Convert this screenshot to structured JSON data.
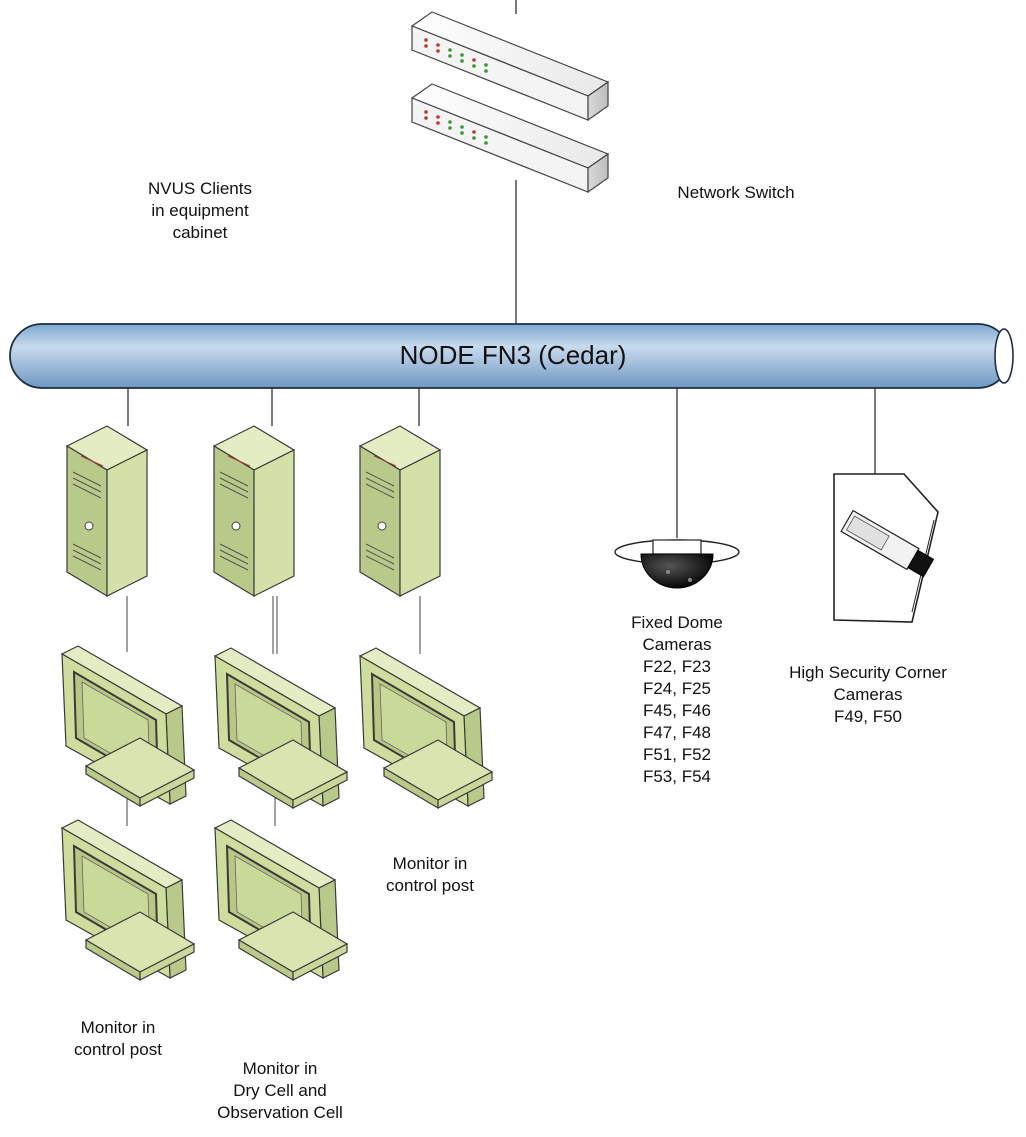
{
  "bus": {
    "label": "NODE FN3 (Cedar)"
  },
  "labels": {
    "nvus_clients": [
      "NVUS Clients",
      "in equipment",
      "cabinet"
    ],
    "network_switch": [
      "Network Switch"
    ],
    "monitor_left": [
      "Monitor in",
      "control post"
    ],
    "monitor_middle": [
      "Monitor in",
      "Dry Cell and",
      "Observation Cell"
    ],
    "monitor_right": [
      "Monitor in",
      "control post"
    ],
    "dome_cameras": [
      "Fixed Dome",
      "Cameras",
      "F22, F23",
      "F24, F25",
      "F45, F46",
      "F47, F48",
      "F51, F52",
      "F53, F54"
    ],
    "corner_cameras": [
      "High Security Corner",
      "Cameras",
      "F49, F50"
    ]
  },
  "colors": {
    "bus_fill": "#9dbcdc",
    "device_green": "#d7e2ae",
    "device_stroke": "#3a3a3a",
    "switch_fill": "#efefef",
    "camera_black": "#111111"
  }
}
